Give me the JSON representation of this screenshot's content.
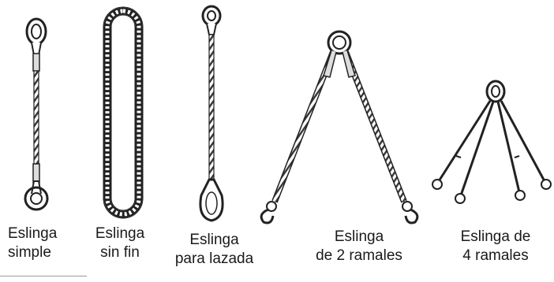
{
  "slings": [
    {
      "id": "simple",
      "line1": "Eslinga",
      "line2": "simple"
    },
    {
      "id": "sin-fin",
      "line1": "Eslinga",
      "line2": "sin fin"
    },
    {
      "id": "lazada",
      "line1": "Eslinga",
      "line2": "para lazada"
    },
    {
      "id": "dos-ramales",
      "line1": "Eslinga",
      "line2": "de 2 ramales"
    },
    {
      "id": "cuatro-ramales",
      "line1": "Eslinga de",
      "line2": "4 ramales"
    }
  ]
}
